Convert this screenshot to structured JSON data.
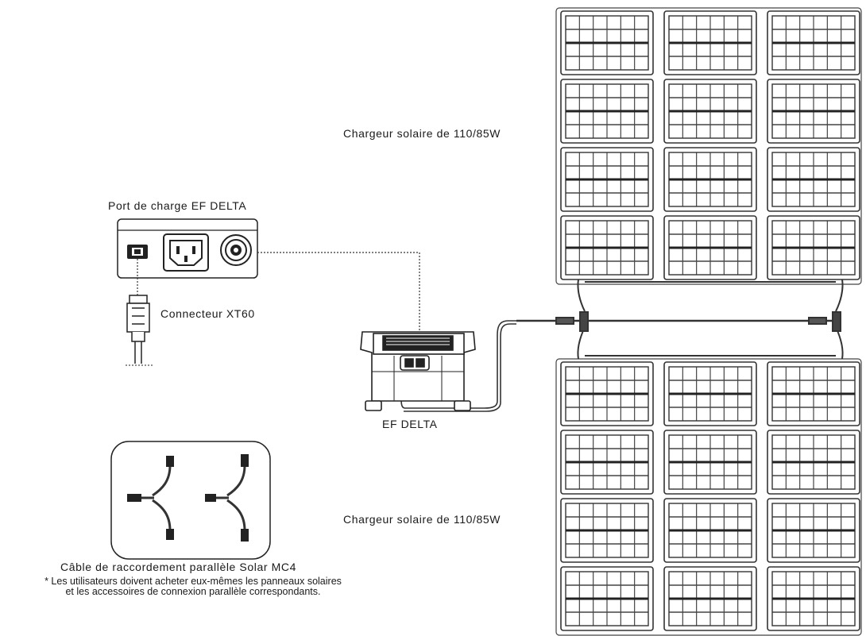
{
  "labels": {
    "charge_port": "Port de charge EF DELTA",
    "xt60": "Connecteur XT60",
    "ef_delta": "EF DELTA",
    "solar_top": "Chargeur solaire de 110/85W",
    "solar_bottom": "Chargeur solaire de 110/85W",
    "mc4_cable": "Câble de raccordement parallèle Solar MC4",
    "note_line1": "* Les utilisateurs doivent acheter eux-mêmes les panneaux solaires",
    "note_line2": "et les accessoires de connexion parallèle correspondants."
  }
}
